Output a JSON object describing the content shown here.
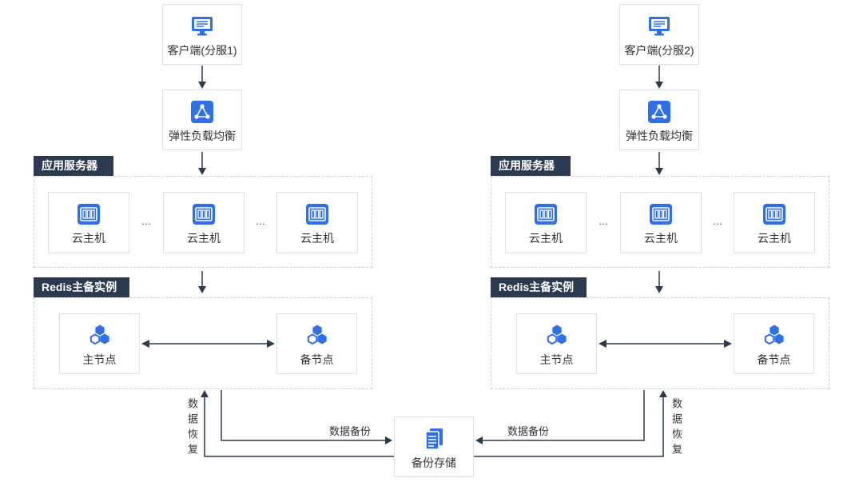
{
  "clusters": [
    {
      "client": {
        "label": "客户端(分服1)",
        "icon": "monitor-icon"
      },
      "load_balancer": {
        "label": "弹性负载均衡",
        "icon": "load-balancer-icon"
      },
      "app_servers": {
        "title": "应用服务器",
        "nodes": [
          "云主机",
          "云主机",
          "云主机"
        ],
        "ellipsis": "...",
        "icon": "server-icon"
      },
      "redis": {
        "title": "Redis主备实例",
        "master": "主节点",
        "standby": "备节点",
        "icon": "redis-hexagon-icon"
      },
      "backup_label": "数据备份",
      "restore_label": "数据恢复"
    },
    {
      "client": {
        "label": "客户端(分服2)",
        "icon": "monitor-icon"
      },
      "load_balancer": {
        "label": "弹性负载均衡",
        "icon": "load-balancer-icon"
      },
      "app_servers": {
        "title": "应用服务器",
        "nodes": [
          "云主机",
          "云主机",
          "云主机"
        ],
        "ellipsis": "...",
        "icon": "server-icon"
      },
      "redis": {
        "title": "Redis主备实例",
        "master": "主节点",
        "standby": "备节点",
        "icon": "redis-hexagon-icon"
      },
      "backup_label": "数据备份",
      "restore_label": "数据恢复"
    }
  ],
  "storage": {
    "label": "备份存储",
    "icon": "storage-icon"
  },
  "colors": {
    "accent": "#2f6fe8",
    "label_bg": "#2c3a4f",
    "arrow": "#2c3a4f",
    "dashed_border": "#c9ced6"
  }
}
